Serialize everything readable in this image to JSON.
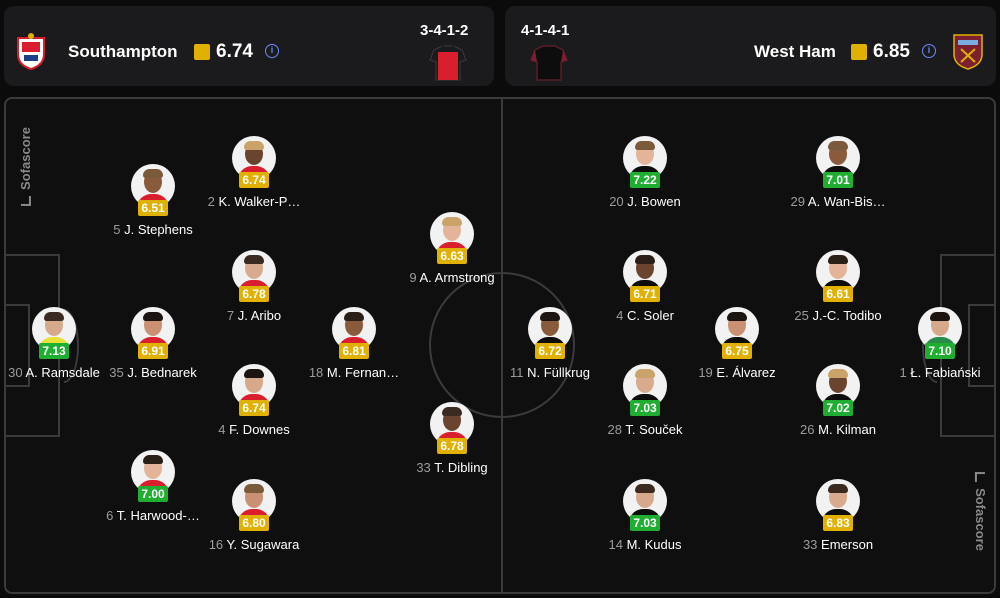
{
  "home": {
    "name": "Southampton",
    "rating": "6.74",
    "formation": "3-4-1-2",
    "kit_color": "#d91f2e",
    "players": [
      {
        "number": "30",
        "name": "A. Ramsdale",
        "rating": "7.13",
        "rating_color": "green",
        "kit": "gk"
      },
      {
        "number": "35",
        "name": "J. Bednarek",
        "rating": "6.91",
        "rating_color": "gold"
      },
      {
        "number": "5",
        "name": "J. Stephens",
        "rating": "6.51",
        "rating_color": "gold"
      },
      {
        "number": "6",
        "name": "T. Harwood-…",
        "rating": "7.00",
        "rating_color": "green"
      },
      {
        "number": "2",
        "name": "K. Walker-P…",
        "rating": "6.74",
        "rating_color": "gold"
      },
      {
        "number": "7",
        "name": "J. Aribo",
        "rating": "6.78",
        "rating_color": "gold"
      },
      {
        "number": "4",
        "name": "F. Downes",
        "rating": "6.74",
        "rating_color": "gold"
      },
      {
        "number": "16",
        "name": "Y. Sugawara",
        "rating": "6.80",
        "rating_color": "gold"
      },
      {
        "number": "18",
        "name": "M. Fernan…",
        "rating": "6.81",
        "rating_color": "gold"
      },
      {
        "number": "9",
        "name": "A. Armstrong",
        "rating": "6.63",
        "rating_color": "gold"
      },
      {
        "number": "33",
        "name": "T. Dibling",
        "rating": "6.78",
        "rating_color": "gold"
      }
    ]
  },
  "away": {
    "name": "West Ham",
    "rating": "6.85",
    "formation": "4-1-4-1",
    "kit_color": "#0d0d0d",
    "players": [
      {
        "number": "11",
        "name": "N. Füllkrug",
        "rating": "6.72",
        "rating_color": "gold"
      },
      {
        "number": "20",
        "name": "J. Bowen",
        "rating": "7.22",
        "rating_color": "green"
      },
      {
        "number": "4",
        "name": "C. Soler",
        "rating": "6.71",
        "rating_color": "gold"
      },
      {
        "number": "28",
        "name": "T. Souček",
        "rating": "7.03",
        "rating_color": "green"
      },
      {
        "number": "14",
        "name": "M. Kudus",
        "rating": "7.03",
        "rating_color": "green"
      },
      {
        "number": "19",
        "name": "E. Álvarez",
        "rating": "6.75",
        "rating_color": "gold"
      },
      {
        "number": "29",
        "name": "A. Wan-Bis…",
        "rating": "7.01",
        "rating_color": "green"
      },
      {
        "number": "25",
        "name": "J.-C. Todibo",
        "rating": "6.61",
        "rating_color": "gold"
      },
      {
        "number": "26",
        "name": "M. Kilman",
        "rating": "7.02",
        "rating_color": "green"
      },
      {
        "number": "33",
        "name": "Emerson",
        "rating": "6.83",
        "rating_color": "gold"
      },
      {
        "number": "1",
        "name": "Ł. Fabiański",
        "rating": "7.10",
        "rating_color": "green",
        "kit": "gk"
      }
    ]
  },
  "branding": {
    "watermark": "Sofascore"
  },
  "icons": {
    "info": "info-icon",
    "crest_home": "southampton-crest-icon",
    "crest_away": "west-ham-crest-icon"
  }
}
